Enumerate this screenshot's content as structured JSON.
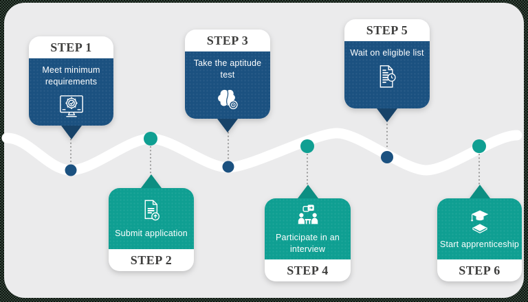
{
  "title": "Apprenticeship application process timeline",
  "colors": {
    "panel_background": "#ebebec",
    "outer_pattern_dark": "#10160f",
    "outer_pattern_green": "#33453b",
    "step_blue": "#1b5180",
    "step_blue_tail": "#174369",
    "step_teal": "#0f9f92",
    "step_teal_tail": "#0c8e82",
    "wave": "#ffffff",
    "label_text": "#3e3e3d",
    "body_text": "#ffffff",
    "connector_dots": "#9a9a9a"
  },
  "steps": [
    {
      "label": "STEP 1",
      "text": "Meet minimum requirements",
      "position": "top",
      "color": "blue",
      "icon": "monitor-check-icon"
    },
    {
      "label": "STEP 2",
      "text": "Submit application",
      "position": "bottom",
      "color": "teal",
      "icon": "document-upload-icon"
    },
    {
      "label": "STEP 3",
      "text": "Take the aptitude test",
      "position": "top",
      "color": "blue",
      "icon": "brain-target-icon"
    },
    {
      "label": "STEP 4",
      "text": "Participate in an interview",
      "position": "bottom",
      "color": "teal",
      "icon": "interview-icon"
    },
    {
      "label": "STEP 5",
      "text": "Wait on eligible list",
      "position": "top",
      "color": "blue",
      "icon": "document-clock-icon"
    },
    {
      "label": "STEP 6",
      "text": "Start apprenticeship",
      "position": "bottom",
      "color": "teal",
      "icon": "graduation-cap-icon"
    }
  ]
}
